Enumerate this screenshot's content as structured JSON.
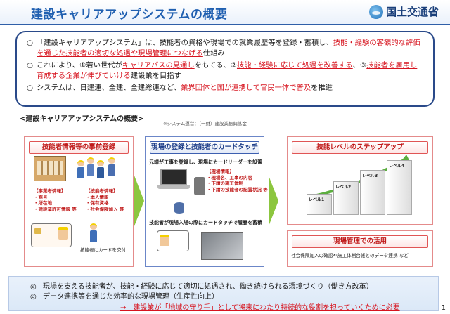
{
  "header": {
    "title": "建設キャリアアップシステムの概要",
    "org_name": "国土交通省"
  },
  "summary": {
    "bullets": [
      {
        "mark": "○",
        "segments": [
          {
            "text": "「建設キャリアアップシステム」は、技能者の資格や現場での就業履歴等を登録・蓄積し、",
            "hl": false
          },
          {
            "text": "技能・経験の客観的な評価を通じた技能者の適切な処遇や現場管理につなげる",
            "hl": true
          },
          {
            "text": "仕組み",
            "hl": false
          }
        ]
      },
      {
        "mark": "○",
        "segments": [
          {
            "text": "これにより、①若い世代が",
            "hl": false
          },
          {
            "text": "キャリアパスの見通し",
            "hl": true
          },
          {
            "text": "をもてる、②",
            "hl": false
          },
          {
            "text": "技能・経験に応じて",
            "hl": true
          },
          {
            "text": "処遇を改善する",
            "hl": true
          },
          {
            "text": "、③",
            "hl": false
          },
          {
            "text": "技能者を雇用し育成する企業が伸びていける",
            "hl": true
          },
          {
            "text": "建設業を目指す",
            "hl": false
          }
        ]
      },
      {
        "mark": "○",
        "segments": [
          {
            "text": "システムは、日建連、全建、全建総連など、",
            "hl": false
          },
          {
            "text": "業界団体と国が連携して官民一体で普及",
            "hl": true
          },
          {
            "text": "を推進",
            "hl": false
          }
        ]
      }
    ]
  },
  "diagram": {
    "section_title": "<建設キャリアアップシステムの概要>",
    "note": "※システム運営：（一財）建設業振興基金",
    "panel1": {
      "title": "技能者情報等の事前登録",
      "company_info_title": "【事業者情報】",
      "company_info_items": [
        "・商号",
        "・所在地",
        "・建設業許可情報 等"
      ],
      "worker_info_title": "【技能者情報】",
      "worker_info_items": [
        "・本人情報",
        "・保有資格",
        "・社会保険加入 等"
      ],
      "card_caption": "技能者にカードを交付"
    },
    "panel2": {
      "title": "現場の登録と技能者のカードタッチ",
      "step1": "元請が工事を登録し、現場にカードリーダーを設置",
      "site_info_title": "【現場情報】",
      "site_info_items": [
        "・現場名、工事の内容",
        "・下請の施工体制",
        "・下請の技能者の配置状況 等"
      ],
      "step2": "技能者が現場入場の際にカードタッチで履歴を蓄積"
    },
    "panel3": {
      "title": "技能レベルのステップアップ",
      "levels": [
        "レベル1",
        "レベル2",
        "レベル3",
        "レベル4"
      ]
    },
    "panel4": {
      "title": "現場管理での活用",
      "text": "社会保険加入の確認や施工体制台帳とのデータ連携 など"
    }
  },
  "bottom": {
    "lines": [
      {
        "mark": "◎",
        "text": "現場を支える技能者が、技能・経験に応じて適切に処遇され、働き続けられる環境づくり（働き方改革）"
      },
      {
        "mark": "◎",
        "text": "データ連携等を通じた効率的な現場管理（生産性向上）"
      }
    ],
    "conclusion": "→　建設業が「地域の守り手」として将来にわたり持続的な役割を担っていくために必要",
    "page_number": "1"
  },
  "colors": {
    "accent_blue": "#1f5fb0",
    "highlight_red": "#d7141f",
    "arrow_green": "#8cc63f"
  }
}
